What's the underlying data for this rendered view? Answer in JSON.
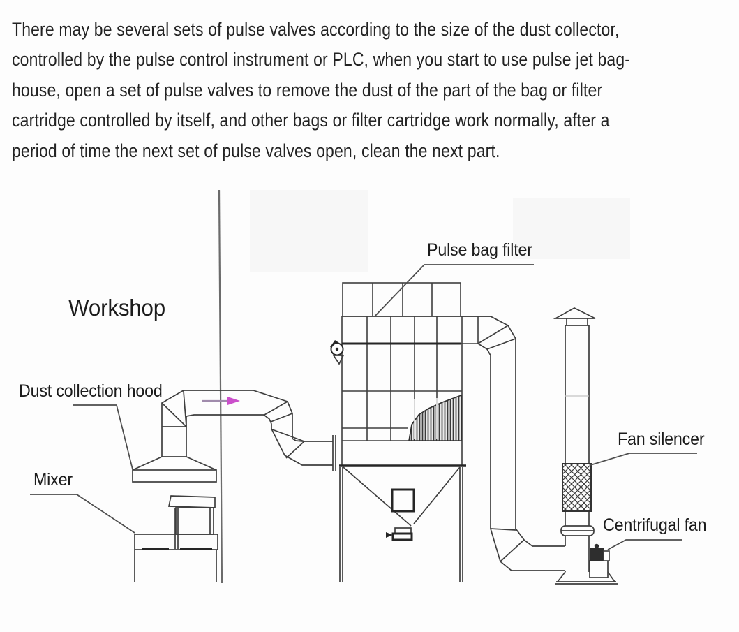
{
  "paragraph": {
    "lines": [
      "There may be several sets of pulse valves according to the size of the dust collector,",
      "controlled by the pulse control instrument or PLC, when you start to use pulse jet bag-",
      "house, open a set of pulse valves to remove the dust of the part of the bag or filter",
      "cartridge controlled by itself, and other bags or filter cartridge work normally, after a",
      "period of time the next set of pulse valves open, clean the next part."
    ]
  },
  "diagram": {
    "labels": {
      "workshop": "Workshop",
      "pulse_bag_filter": "Pulse bag filter",
      "dust_collection_hood": "Dust collection hood",
      "mixer": "Mixer",
      "fan_silencer": "Fan silencer",
      "centrifugal_fan": "Centrifugal fan"
    },
    "flow_direction": "right"
  },
  "colors": {
    "background": "#fdfdfd",
    "paragraph_text": "#232323",
    "label_text": "#1c1c1c",
    "diagram_line": "#3e3e3e",
    "dark_line": "#262626",
    "wall_line": "#6b6b6b",
    "leader_line": "#4c4c4c",
    "flow_arrow": "#cb4fcb",
    "flow_line": "#a08bac"
  }
}
